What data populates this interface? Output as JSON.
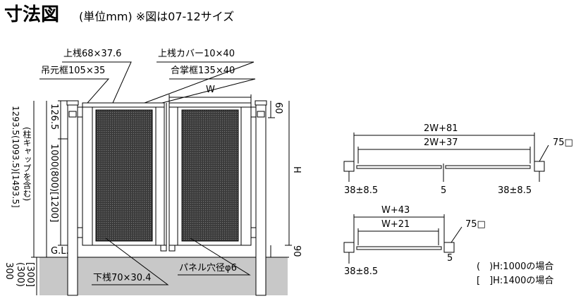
{
  "header": {
    "title": "寸法図",
    "subtitle": "(単位mm) ※図は07-12サイズ"
  },
  "front": {
    "top_rail": "上桟68×37.6",
    "top_rail_cover": "上桟カバー10×40",
    "hinge_frame": "吊元框105×35",
    "meeting_frame": "合掌框135×40",
    "width": "W",
    "dim_126": "126.5",
    "dim_1000": "1000(800)[1200]",
    "dim_1293": "1293.5(1093.5)[1493.5]",
    "dim_cap": "(柱キャップを含む)",
    "dim_60": "60",
    "height": "H",
    "gl": "G.L.",
    "dim_300": "300",
    "dim_300b": "(300)",
    "dim_300c": "[300]",
    "dim_90": "90",
    "bottom_rail": "下桟70×30.4",
    "panel_hole": "パネル穴径φ6"
  },
  "top_view_double": {
    "outer": "2W+81",
    "inner": "2W+37",
    "post": "75□",
    "left": "38±8.5",
    "center": "5",
    "right": "38±8.5"
  },
  "top_view_single": {
    "outer": "W+43",
    "inner": "W+21",
    "post": "75□",
    "left": "38±8.5",
    "gap": "5"
  },
  "legend": {
    "paren": "(　)H:1000の場合",
    "bracket": "[　]H:1400の場合"
  }
}
